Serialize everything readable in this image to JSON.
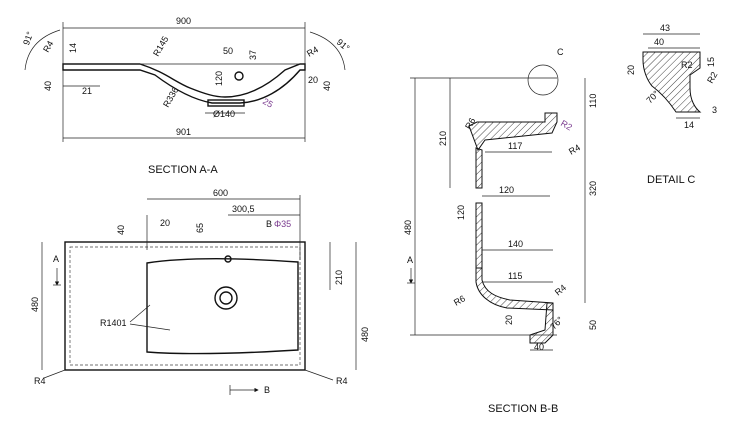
{
  "section_aa": {
    "title": "SECTION A-A",
    "d_900": "900",
    "d_901": "901",
    "d_14": "14",
    "d_r145": "R145",
    "d_50": "50",
    "d_37": "37",
    "d_120": "120",
    "d_r336": "R336",
    "d_25": "25",
    "d_dia140": "Ø140",
    "d_21": "21",
    "d_40_left": "40",
    "d_40_right": "40",
    "d_20": "20",
    "d_r4_left": "R4",
    "d_r4_right": "R4",
    "d_angle_left": "91°",
    "d_angle_right": "91°"
  },
  "plan": {
    "d_600": "600",
    "d_300_5": "300,5",
    "d_20": "20",
    "d_40": "40",
    "d_65": "65",
    "d_b": "B",
    "d_dia35": "Φ35",
    "d_210": "210",
    "d_480_left": "480",
    "d_480_right": "480",
    "d_r1401": "R1401",
    "d_r4_left": "R4",
    "d_r4_right": "R4",
    "arrow_a": "A",
    "arrow_b": "B"
  },
  "section_bb": {
    "title": "SECTION B-B",
    "arrow_a": "A",
    "d_c": "C",
    "d_480": "480",
    "d_210": "210",
    "d_110": "110",
    "d_r6_top": "R6",
    "d_r6_bottom": "R6",
    "d_117": "117",
    "d_r4_top": "R4",
    "d_r4_bottom": "R4",
    "d_r2_pur": "R2",
    "d_320": "320",
    "d_120_h": "120",
    "d_120_v": "120",
    "d_140": "140",
    "d_115": "115",
    "d_20": "20",
    "d_76": "76°",
    "d_50": "50",
    "d_40": "40"
  },
  "detail_c": {
    "title": "DETAIL C",
    "d_43": "43",
    "d_40": "40",
    "d_20": "20",
    "d_r2_a": "R2",
    "d_r2_b": "R2",
    "d_15": "15",
    "d_70": "70°",
    "d_14": "14",
    "d_3": "3"
  }
}
